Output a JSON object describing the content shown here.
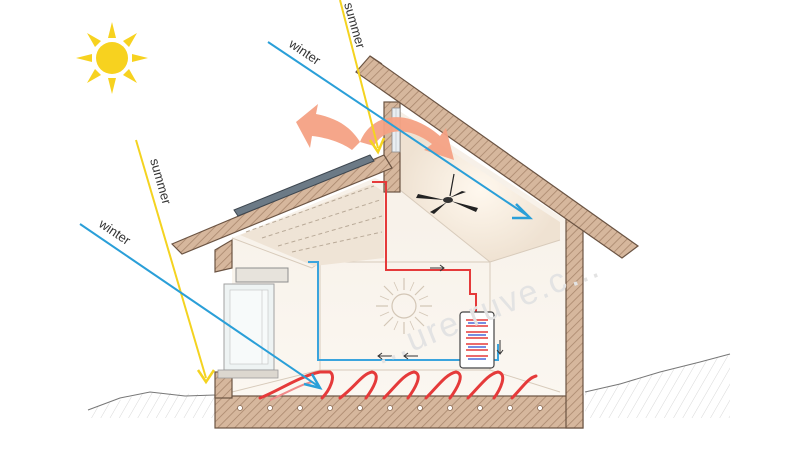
{
  "labels": {
    "summer_top": "summer",
    "winter_top": "winter",
    "summer_left": "summer",
    "winter_left": "winter"
  },
  "watermark": "…ure ruve.c…",
  "colors": {
    "summer_ray": "#f4d320",
    "winter_ray": "#2a9fd8",
    "hot_pipe": "#e53a3a",
    "cold_pipe": "#3aa4dd",
    "heat_exhaust": "#f4a184",
    "wall": "#c9a58a",
    "roof_edge": "#8a6b55",
    "sun": "#f7d21f"
  },
  "icons": [
    "sun-icon",
    "ceiling-fan-icon",
    "interior-sun-icon",
    "water-tank-icon",
    "hot-air-arrow-icon"
  ]
}
